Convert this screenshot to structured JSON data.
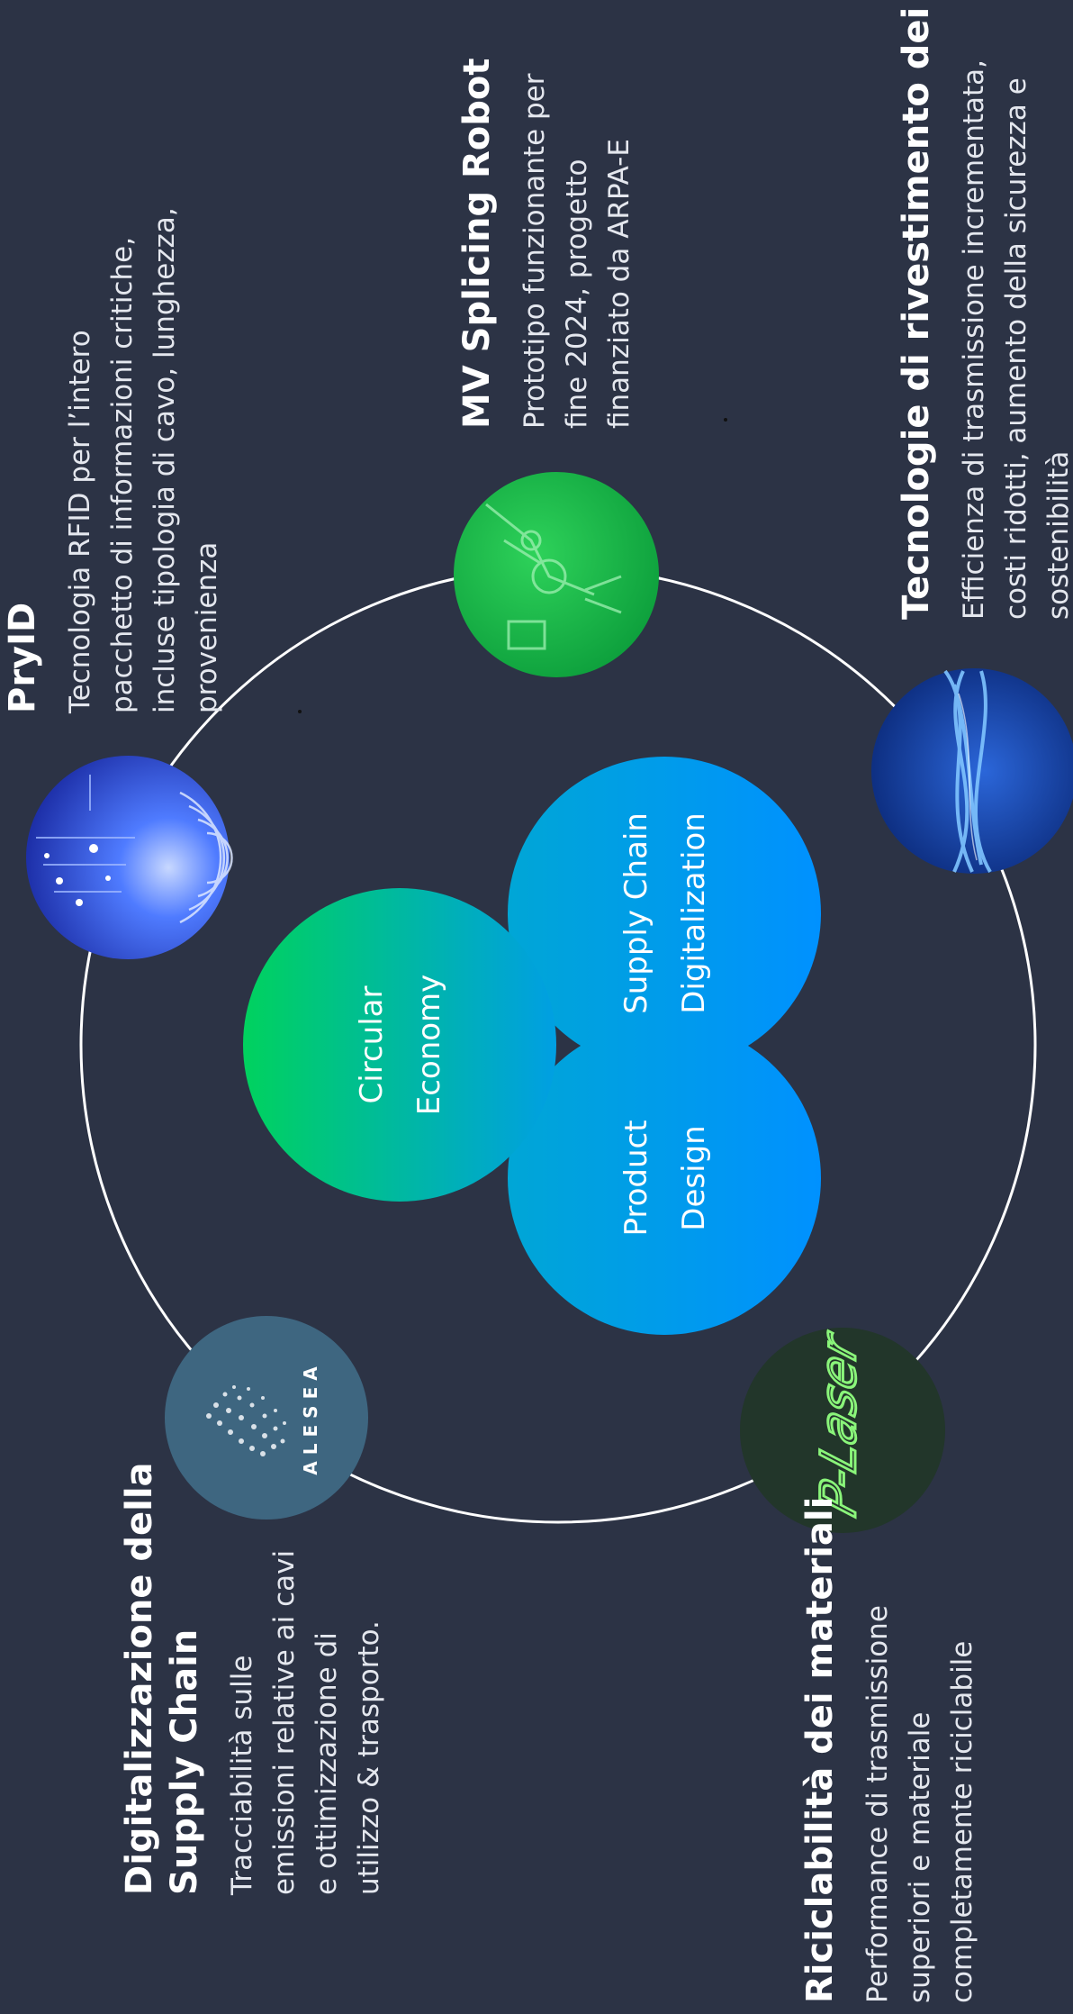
{
  "core": {
    "circular_economy": [
      "Circular",
      "Economy"
    ],
    "supply_chain_digitalization": [
      "Supply Chain",
      "Digitalization"
    ],
    "product_design": [
      "Product",
      "Design"
    ]
  },
  "nodes": [
    {
      "id": "pryid",
      "icon": "fingerprint-circuit-icon"
    },
    {
      "id": "splicing",
      "icon": "robot-arm-icon"
    },
    {
      "id": "coating",
      "icon": "fiber-cable-icon"
    },
    {
      "id": "alesea",
      "icon": "alesea-logo",
      "logo_text": "ALESEA"
    },
    {
      "id": "plaser",
      "icon": "p-laser-logo",
      "logo_text": "P-Laser"
    }
  ],
  "blocks": {
    "pryid": {
      "title": "PryID",
      "lines": [
        "Tecnologia RFID per l’intero",
        "pacchetto di informazioni critiche,",
        "incluse  tipologia di cavo, lunghezza,",
        "provenienza"
      ]
    },
    "splicing": {
      "title": "MV Splicing Robot",
      "lines": [
        "Prototipo funzionante per",
        "fine 2024, progetto",
        "finanziato da ARPA-E"
      ]
    },
    "coating": {
      "title": "Tecnologie di rivestimento dei cavi",
      "lines": [
        "Efficienza di trasmissione incrementata,",
        "costi ridotti, aumento della sicurezza e",
        "sostenibilità"
      ]
    },
    "supply": {
      "title_lines": [
        "Digitalizzazione della",
        "Supply Chain"
      ],
      "lines": [
        "Tracciabilità sulle",
        "emissioni relative ai cavi",
        "e ottimizzazione di",
        "utilizzo & trasporto."
      ]
    },
    "recycling": {
      "title": "Riciclabilità dei materiali",
      "lines": [
        "Performance di trasmissione",
        "superiori e materiale",
        "completamente riciclabile"
      ]
    }
  },
  "colors": {
    "background": "#2c3345",
    "ring": "#ffffff",
    "circular_gradient": [
      "#00d25e",
      "#009fe3"
    ],
    "blue_gradient": [
      "#00a6d6",
      "#0091ff"
    ]
  }
}
